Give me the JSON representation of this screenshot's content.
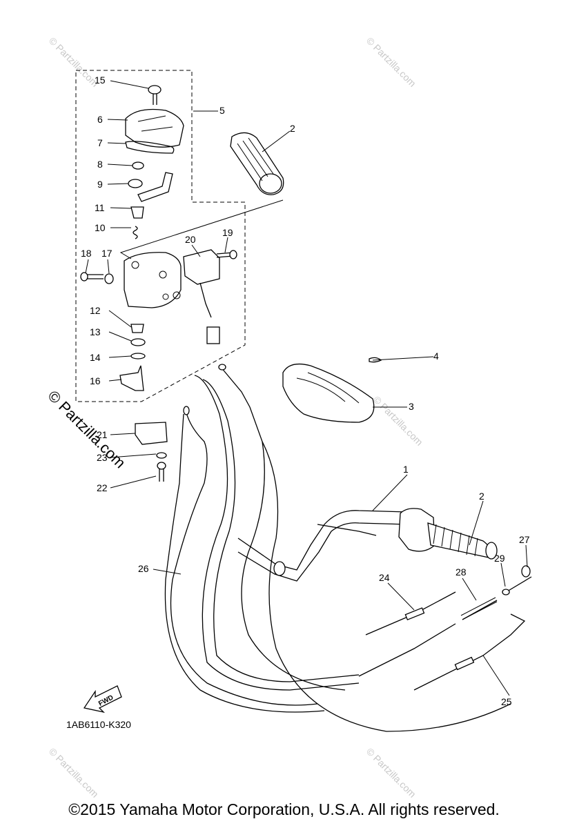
{
  "callouts": [
    "1",
    "2",
    "2",
    "3",
    "4",
    "5",
    "6",
    "7",
    "8",
    "9",
    "10",
    "11",
    "12",
    "13",
    "14",
    "15",
    "16",
    "17",
    "18",
    "19",
    "20",
    "21",
    "22",
    "23",
    "24",
    "25",
    "26",
    "27",
    "28",
    "29"
  ],
  "diagram_code": "1AB6110-K320",
  "fwd_label": "FWD",
  "watermark": "© Partzilla.com",
  "copyright": "©2015  Yamaha Motor Corporation, U.S.A. All rights reserved."
}
